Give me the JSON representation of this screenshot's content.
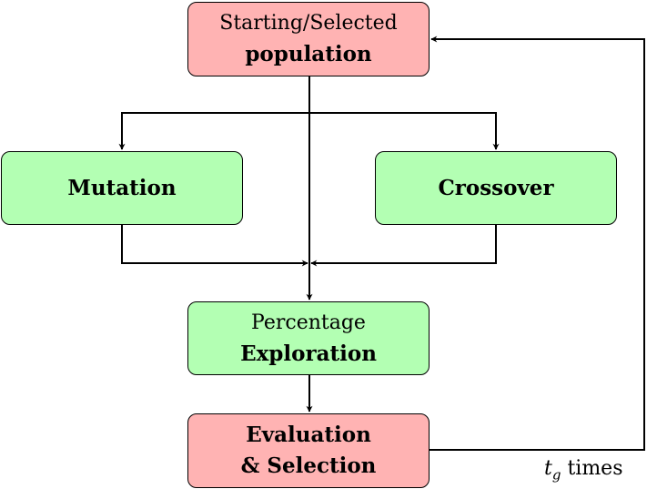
{
  "nodes": {
    "start": {
      "line1": "Starting/Selected",
      "line2": "population",
      "color": "#ffb3b3"
    },
    "mutation": {
      "label": "Mutation",
      "color": "#b3ffb3"
    },
    "crossover": {
      "label": "Crossover",
      "color": "#b3ffb3"
    },
    "percentage": {
      "line1": "Percentage",
      "line2": "Exploration",
      "color": "#b3ffb3"
    },
    "evaluation": {
      "line1": "Evaluation",
      "line2": "& Selection",
      "color": "#ffb3b3"
    }
  },
  "loop": {
    "var": "t",
    "sub": "g",
    "suffix": " times"
  }
}
